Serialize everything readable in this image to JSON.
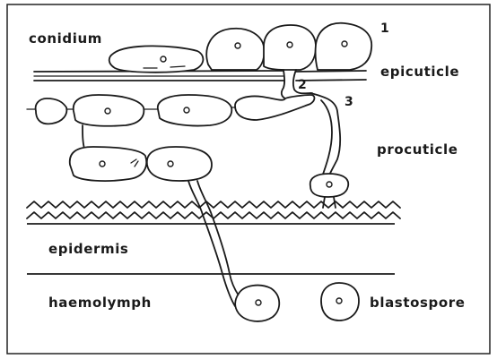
{
  "labels": {
    "conidium": "conidium",
    "epicuticle": "epicuticle",
    "procuticle": "procuticle",
    "epidermis": "epidermis",
    "haemolymph": "haemolymph",
    "blastospore": "blastospore"
  },
  "stage_markers": [
    "1",
    "2",
    "3"
  ],
  "colors": {
    "ink": "#1b1b1b",
    "background": "#ffffff"
  }
}
